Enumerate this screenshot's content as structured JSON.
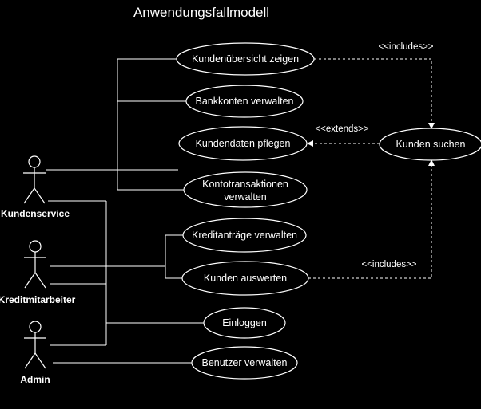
{
  "title": "Anwendungsfallmodell",
  "actors": {
    "kundenservice": "Kundenservice",
    "kreditmitarbeiter": "Kreditmitarbeiter",
    "admin": "Admin"
  },
  "use_cases": {
    "kundenuebersicht": "Kundenübersicht zeigen",
    "bankkonten": "Bankkonten verwalten",
    "kundendaten": "Kundendaten pflegen",
    "kontotransaktionen_1": "Kontotransaktionen",
    "kontotransaktionen_2": "verwalten",
    "kreditantraege": "Kreditanträge verwalten",
    "kunden_auswerten": "Kunden auswerten",
    "einloggen": "Einloggen",
    "benutzer": "Benutzer verwalten",
    "kunden_suchen": "Kunden suchen"
  },
  "relations": {
    "includes_top": "<<includes>>",
    "extends": "<<extends>>",
    "includes_bottom": "<<includes>>"
  },
  "colors": {
    "background": "#000000",
    "foreground": "#ffffff"
  }
}
